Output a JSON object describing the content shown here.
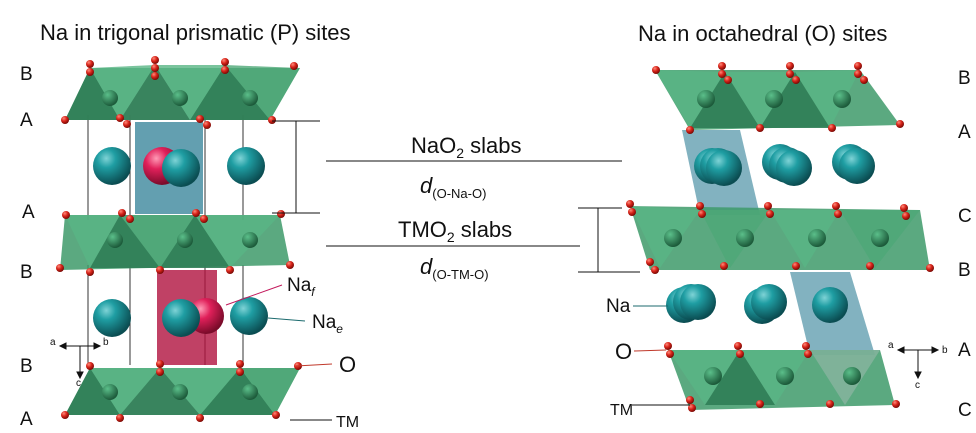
{
  "left_panel": {
    "title": "Na in trigonal prismatic (P) sites",
    "stacking": [
      "B",
      "A",
      "A",
      "B",
      "B",
      "A"
    ],
    "labels": {
      "na_f": "Na",
      "na_f_sub": "f",
      "na_e": "Na",
      "na_e_sub": "e",
      "oxygen": "O",
      "tm": "TM"
    },
    "axes": {
      "a": "a",
      "b": "b",
      "c": "c"
    }
  },
  "right_panel": {
    "title": "Na in octahedral (O) sites",
    "stacking": [
      "B",
      "A",
      "C",
      "B",
      "A",
      "C"
    ],
    "labels": {
      "na": "Na",
      "oxygen": "O",
      "tm": "TM"
    },
    "axes": {
      "a": "a",
      "b": "b",
      "c": "c"
    }
  },
  "center": {
    "nao2_main": "NaO",
    "nao2_sub": "2",
    "nao2_tail": " slabs",
    "d1_main": "d",
    "d1_sub": "(O-Na-O)",
    "tmo2_main": "TMO",
    "tmo2_sub": "2",
    "tmo2_tail": " slabs",
    "d2_main": "d",
    "d2_sub": "(O-TM-O)"
  },
  "colors": {
    "octahedra": "#3e9a6a",
    "sodium": "#1b8a8e",
    "oxygen": "#d8241a",
    "prism_red": "#b0123f",
    "prism_blue": "#2f7f96",
    "na_f": "#e0205a"
  }
}
